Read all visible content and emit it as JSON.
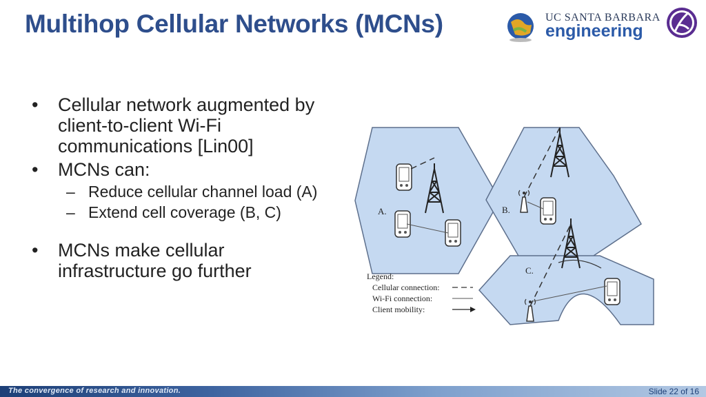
{
  "title": "Multihop Cellular Networks (MCNs)",
  "logos": {
    "org_top": "UC SANTA BARBARA",
    "org_bottom": "engineering"
  },
  "bullets": [
    {
      "text": "Cellular network augmented by client-to-client Wi-Fi communications [Lin00]"
    },
    {
      "text": "MCNs can:",
      "sub": [
        "Reduce cellular channel load (A)",
        "Extend cell coverage (B, C)"
      ]
    },
    {
      "text": "MCNs make cellular infrastructure go further"
    }
  ],
  "bullet_glyph": "•",
  "sub_glyph": "–",
  "diagram": {
    "cell_labels": [
      "A.",
      "B.",
      "C."
    ],
    "legend": {
      "title": "Legend:",
      "items": [
        "Cellular connection:",
        "Wi-Fi connection:",
        "Client mobility:"
      ]
    }
  },
  "footer": {
    "tagline": "The convergence of research and innovation.",
    "slide": "Slide 22 of 16"
  },
  "colors": {
    "title": "#2e4e8c",
    "cell_fill": "#c5d9f1",
    "footer": "#1d3f77"
  }
}
